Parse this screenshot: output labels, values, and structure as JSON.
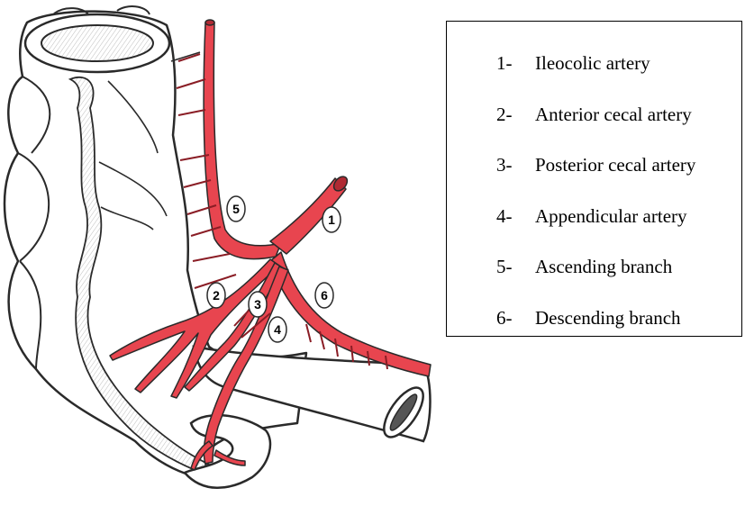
{
  "diagram": {
    "colors": {
      "artery": "#e8454f",
      "artery_dark": "#b02a33",
      "outline": "#2a2a2a",
      "shade": "#9a9a9a",
      "paper": "#ffffff"
    },
    "callouts": [
      {
        "label": "1",
        "part": "ileocolic-artery"
      },
      {
        "label": "2",
        "part": "anterior-cecal-artery"
      },
      {
        "label": "3",
        "part": "posterior-cecal-artery"
      },
      {
        "label": "4",
        "part": "appendicular-artery"
      },
      {
        "label": "5",
        "part": "ascending-branch"
      },
      {
        "label": "6",
        "part": "descending-branch"
      }
    ]
  },
  "legend": {
    "items": [
      {
        "number": "1-",
        "name": "Ileocolic artery"
      },
      {
        "number": "2-",
        "name": "Anterior cecal artery"
      },
      {
        "number": "3-",
        "name": "Posterior cecal artery"
      },
      {
        "number": "4-",
        "name": "Appendicular artery"
      },
      {
        "number": "5-",
        "name": "Ascending branch"
      },
      {
        "number": "6-",
        "name": "Descending branch"
      }
    ]
  }
}
